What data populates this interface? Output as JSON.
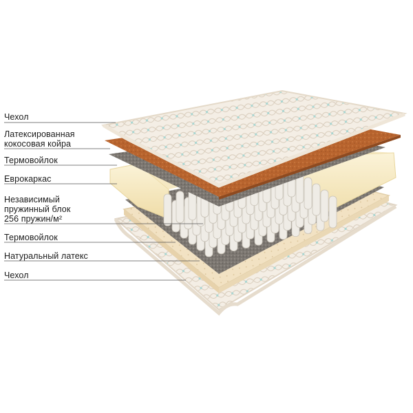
{
  "labels": [
    {
      "id": "cover_top",
      "lines": [
        "Чехол"
      ]
    },
    {
      "id": "coconut",
      "lines": [
        "Латексированная",
        "кокосовая койра"
      ]
    },
    {
      "id": "felt_top",
      "lines": [
        "Термовойлок"
      ]
    },
    {
      "id": "eurocarcass",
      "lines": [
        "Еврокаркас"
      ]
    },
    {
      "id": "springs",
      "lines": [
        "Независимый",
        "пружинный блок",
        "256 пружин/м²"
      ]
    },
    {
      "id": "felt_bottom",
      "lines": [
        "Термовойлок"
      ]
    },
    {
      "id": "latex",
      "lines": [
        "Натуральный латекс"
      ]
    },
    {
      "id": "cover_bottom",
      "lines": [
        "Чехол"
      ]
    }
  ],
  "colors": {
    "cover": "#f3ece2",
    "cover_pattern": "#9fd3cf",
    "coconut": "#b8642e",
    "felt": "#7f7a74",
    "eurocarcass": "#f7e9bf",
    "springs": "#efece6",
    "latex": "#f1dfbf",
    "leader_line": "#555555"
  }
}
